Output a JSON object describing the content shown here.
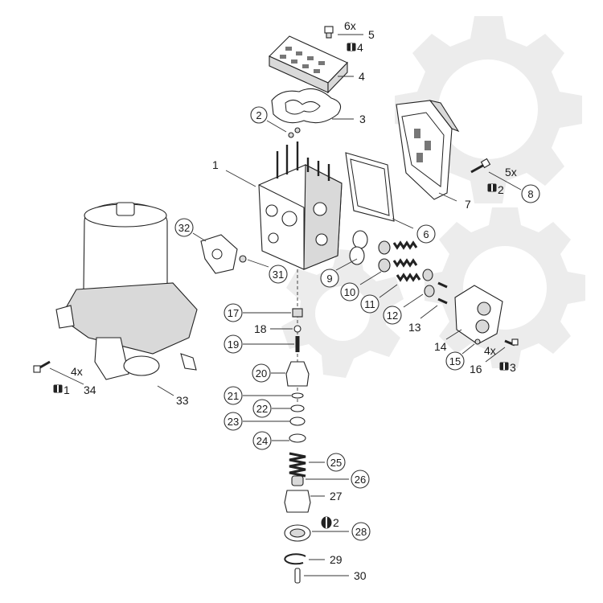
{
  "callouts": [
    {
      "id": "1",
      "text": "1"
    },
    {
      "id": "2",
      "text": "2"
    },
    {
      "id": "3",
      "text": "3"
    },
    {
      "id": "4",
      "text": "4"
    },
    {
      "id": "5",
      "text": "5"
    },
    {
      "id": "6",
      "text": "6"
    },
    {
      "id": "7",
      "text": "7"
    },
    {
      "id": "8",
      "text": "8"
    },
    {
      "id": "9",
      "text": "9"
    },
    {
      "id": "10",
      "text": "10"
    },
    {
      "id": "11",
      "text": "11"
    },
    {
      "id": "12",
      "text": "12"
    },
    {
      "id": "13",
      "text": "13"
    },
    {
      "id": "14",
      "text": "14"
    },
    {
      "id": "15",
      "text": "15"
    },
    {
      "id": "16",
      "text": "16"
    },
    {
      "id": "17",
      "text": "17"
    },
    {
      "id": "18",
      "text": "18"
    },
    {
      "id": "19",
      "text": "19"
    },
    {
      "id": "20",
      "text": "20"
    },
    {
      "id": "21",
      "text": "21"
    },
    {
      "id": "22",
      "text": "22"
    },
    {
      "id": "23",
      "text": "23"
    },
    {
      "id": "24",
      "text": "24"
    },
    {
      "id": "25",
      "text": "25"
    },
    {
      "id": "26",
      "text": "26"
    },
    {
      "id": "27",
      "text": "27"
    },
    {
      "id": "28",
      "text": "28"
    },
    {
      "id": "29",
      "text": "29"
    },
    {
      "id": "30",
      "text": "30"
    },
    {
      "id": "31",
      "text": "31"
    },
    {
      "id": "32",
      "text": "32"
    },
    {
      "id": "33",
      "text": "33"
    },
    {
      "id": "34",
      "text": "34"
    }
  ],
  "quantities": {
    "q5": "6x",
    "q8": "5x",
    "q16": "4x",
    "q34": "4x"
  },
  "tool_notes": {
    "t4": "4",
    "t8": "2",
    "t16": "3",
    "t34": "1",
    "t28": "2"
  }
}
